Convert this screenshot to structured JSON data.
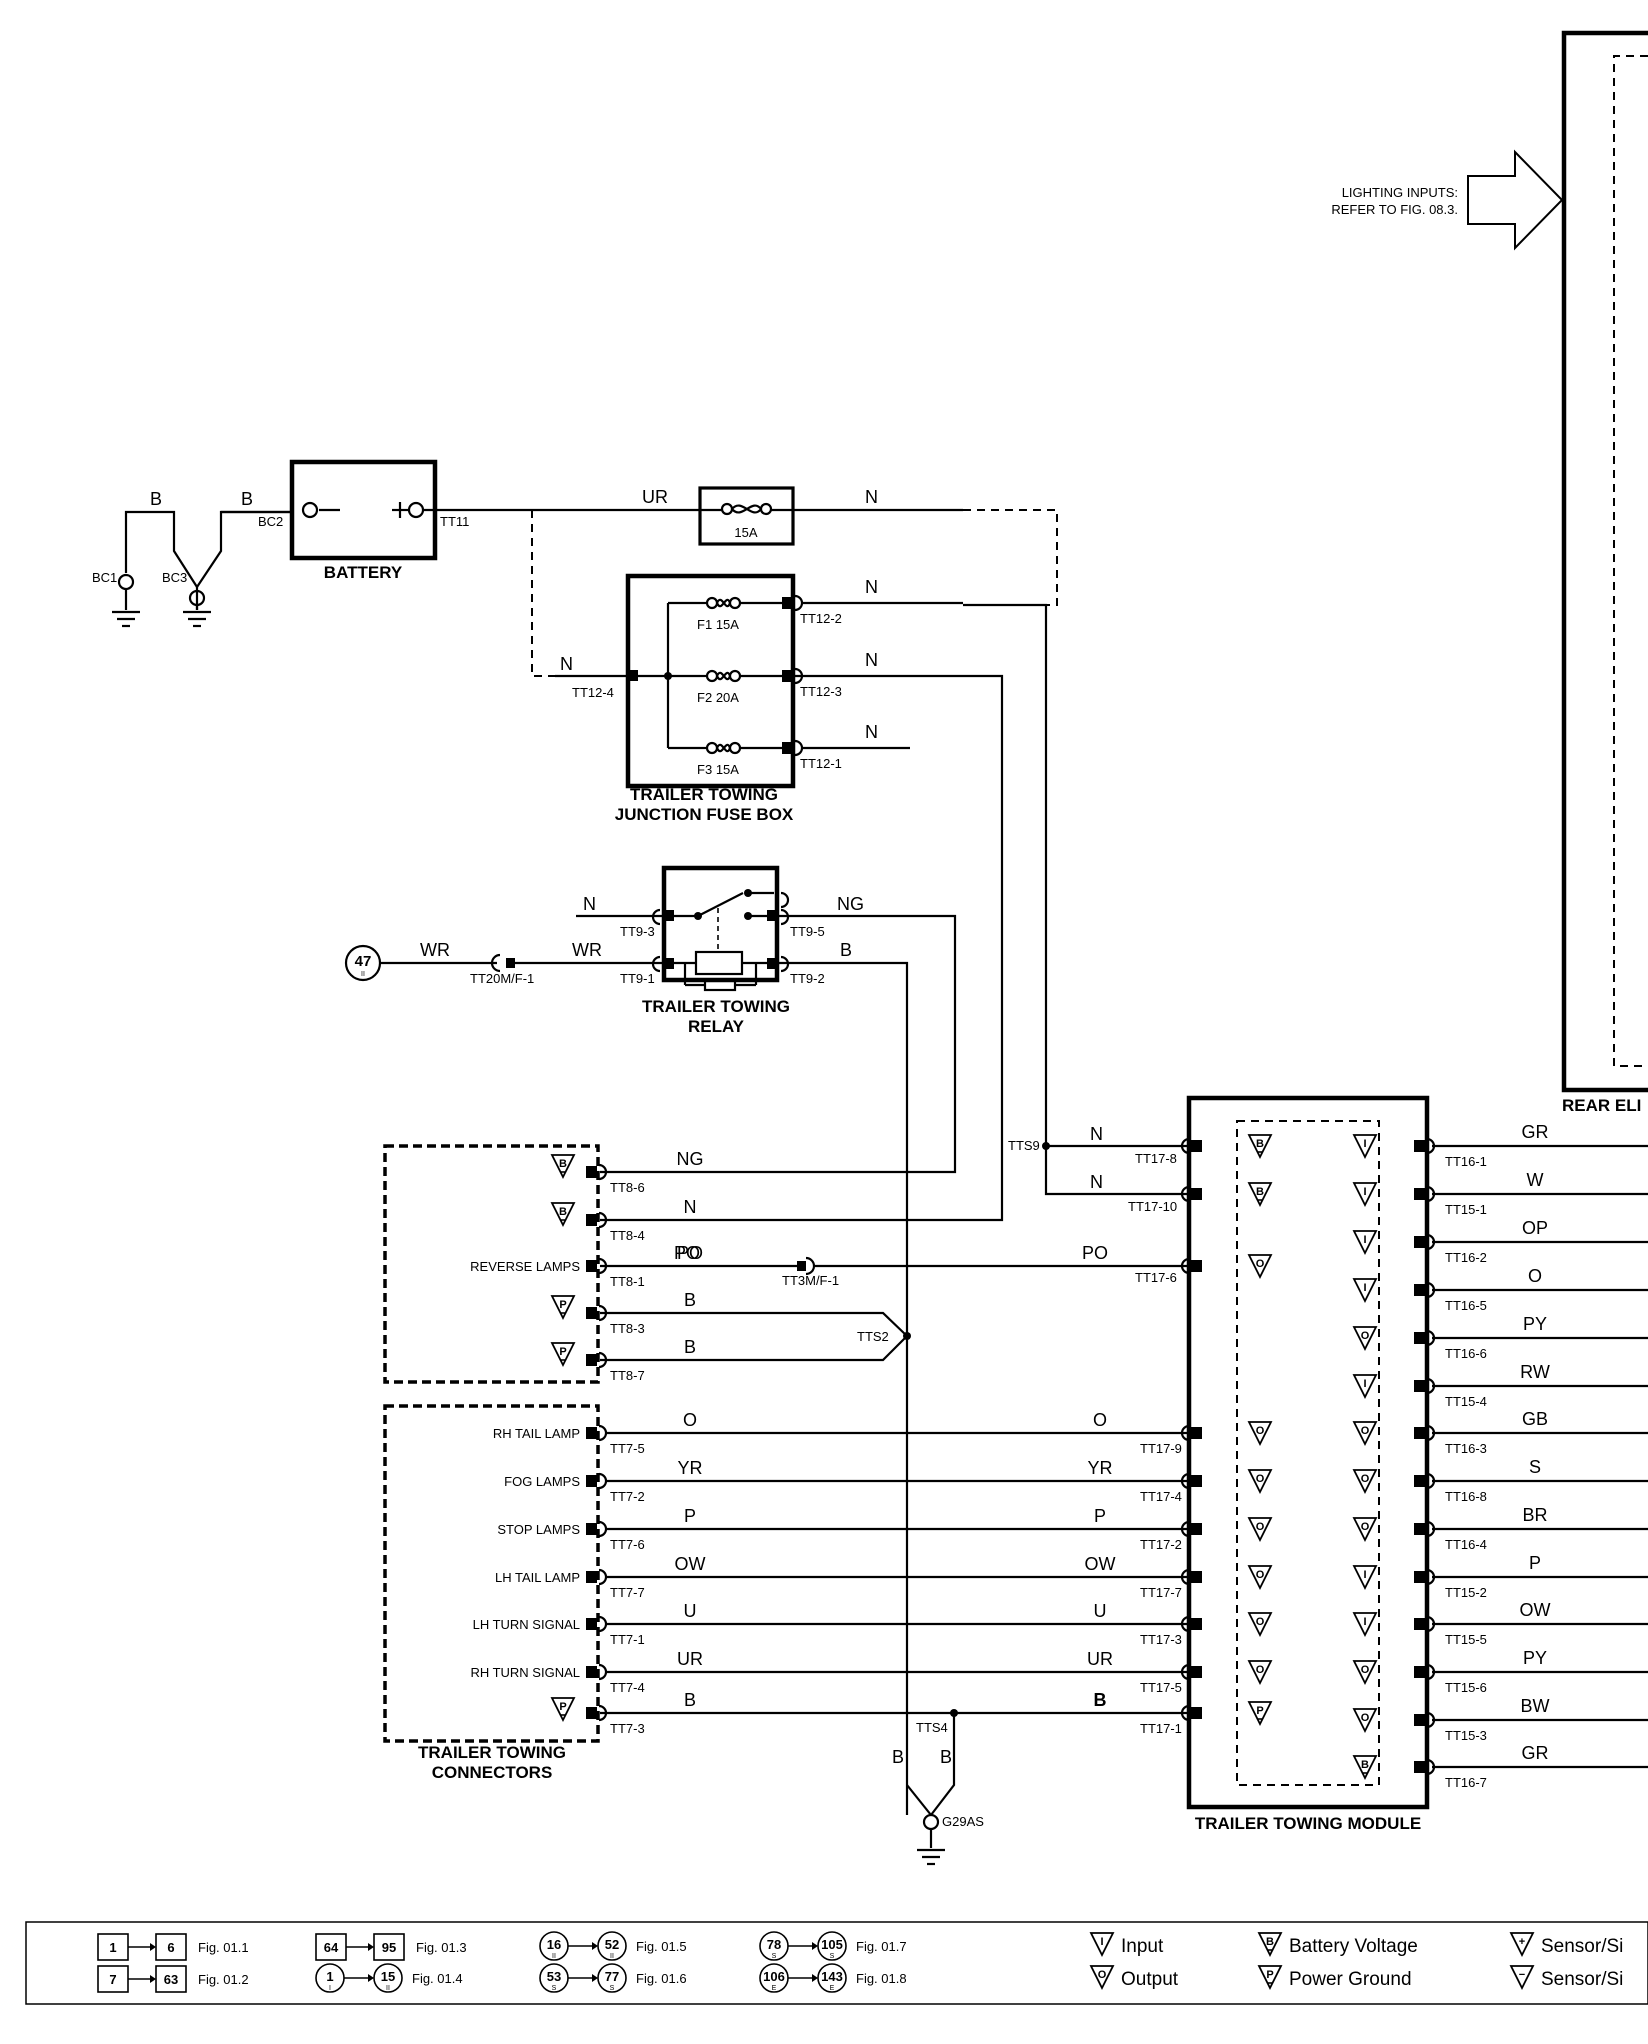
{
  "components": {
    "battery": "BATTERY",
    "fuse_box": [
      "TRAILER TOWING",
      "JUNCTION FUSE BOX"
    ],
    "relay": [
      "TRAILER TOWING",
      "RELAY"
    ],
    "connectors": [
      "TRAILER TOWING",
      "CONNECTORS"
    ],
    "module": "TRAILER TOWING MODULE",
    "rear_module_partial": "REAR ELI",
    "lighting_note": [
      "LIGHTING INPUTS:",
      "REFER TO FIG. 08.3."
    ],
    "inline_fuse": "15A",
    "relay_ref_circle": {
      "num": "47",
      "sub": "II"
    }
  },
  "fuses": [
    {
      "name": "F1 15A",
      "pin": "TT12-2",
      "wire": "N"
    },
    {
      "name": "F2 20A",
      "pin": "TT12-3",
      "wire": "N"
    },
    {
      "name": "F3 15A",
      "pin": "TT12-1",
      "wire": "N"
    }
  ],
  "labels": {
    "bc1": "BC1",
    "bc2": "BC2",
    "bc3": "BC3",
    "tt11": "TT11",
    "b": "B",
    "ur": "UR",
    "n": "N",
    "ng": "NG",
    "wr": "WR",
    "po": "PO",
    "tt12_4": "TT12-4",
    "tt9_3": "TT9-3",
    "tt9_5": "TT9-5",
    "tt9_1": "TT9-1",
    "tt9_2": "TT9-2",
    "tt20": "TT20M/F-1",
    "tt3": "TT3M/F-1",
    "tts9": "TTS9",
    "tts2": "TTS2",
    "tts4": "TTS4",
    "g29": "G29AS",
    "tt17_8": "TT17-8",
    "tt17_10": "TT17-10",
    "tt17_6": "TT17-6"
  },
  "left_top_rows": [
    {
      "label": "",
      "sym": "B",
      "pin": "TT8-6",
      "wire": "NG"
    },
    {
      "label": "",
      "sym": "B",
      "pin": "TT8-4",
      "wire": "N"
    },
    {
      "label": "REVERSE LAMPS",
      "sym": "",
      "pin": "TT8-1",
      "wire": "PO"
    },
    {
      "label": "",
      "sym": "P",
      "pin": "TT8-3",
      "wire": "B"
    },
    {
      "label": "",
      "sym": "P",
      "pin": "TT8-7",
      "wire": "B"
    }
  ],
  "left_bottom_rows": [
    {
      "label": "RH TAIL LAMP",
      "sym": "",
      "pin": "TT7-5",
      "wire": "O",
      "mpin": "TT17-9",
      "msym": "O"
    },
    {
      "label": "FOG LAMPS",
      "sym": "",
      "pin": "TT7-2",
      "wire": "YR",
      "mpin": "TT17-4",
      "msym": "O"
    },
    {
      "label": "STOP LAMPS",
      "sym": "",
      "pin": "TT7-6",
      "wire": "P",
      "mpin": "TT17-2",
      "msym": "O"
    },
    {
      "label": "LH TAIL LAMP",
      "sym": "",
      "pin": "TT7-7",
      "wire": "OW",
      "mpin": "TT17-7",
      "msym": "O"
    },
    {
      "label": "LH TURN SIGNAL",
      "sym": "",
      "pin": "TT7-1",
      "wire": "U",
      "mpin": "TT17-3",
      "msym": "O"
    },
    {
      "label": "RH TURN SIGNAL",
      "sym": "",
      "pin": "TT7-4",
      "wire": "UR",
      "mpin": "TT17-5",
      "msym": "O"
    },
    {
      "label": "",
      "sym": "P",
      "pin": "TT7-3",
      "wire": "B",
      "mpin": "TT17-1",
      "msym": "P"
    }
  ],
  "module_left_top": [
    {
      "sym": "B",
      "pin": "TT17-8",
      "wire": "N"
    },
    {
      "sym": "B",
      "pin": "TT17-10",
      "wire": "N"
    },
    {
      "sym": "O",
      "pin": "TT17-6",
      "wire": "PO"
    }
  ],
  "module_right": [
    {
      "sym": "I",
      "pin": "TT16-1",
      "wire": "GR"
    },
    {
      "sym": "I",
      "pin": "TT15-1",
      "wire": "W"
    },
    {
      "sym": "I",
      "pin": "TT16-2",
      "wire": "OP"
    },
    {
      "sym": "I",
      "pin": "TT16-5",
      "wire": "O"
    },
    {
      "sym": "O",
      "pin": "TT16-6",
      "wire": "PY"
    },
    {
      "sym": "I",
      "pin": "TT15-4",
      "wire": "RW"
    },
    {
      "sym": "O",
      "pin": "TT16-3",
      "wire": "GB"
    },
    {
      "sym": "O",
      "pin": "TT16-8",
      "wire": "S"
    },
    {
      "sym": "O",
      "pin": "TT16-4",
      "wire": "BR"
    },
    {
      "sym": "I",
      "pin": "TT15-2",
      "wire": "P"
    },
    {
      "sym": "I",
      "pin": "TT15-5",
      "wire": "OW"
    },
    {
      "sym": "O",
      "pin": "TT15-6",
      "wire": "PY"
    },
    {
      "sym": "O",
      "pin": "TT15-3",
      "wire": "BW"
    },
    {
      "sym": "B",
      "pin": "TT16-7",
      "wire": "GR"
    }
  ],
  "legend": {
    "squares": [
      {
        "a": "1",
        "b": "6",
        "fig": "Fig. 01.1"
      },
      {
        "a": "7",
        "b": "63",
        "fig": "Fig. 01.2"
      },
      {
        "a": "64",
        "b": "95",
        "fig": "Fig. 01.3"
      }
    ],
    "circles": [
      {
        "a": "1",
        "as": "I",
        "b": "15",
        "bs": "II",
        "fig": "Fig. 01.4"
      },
      {
        "a": "16",
        "as": "II",
        "b": "52",
        "bs": "II",
        "fig": "Fig. 01.5"
      },
      {
        "a": "53",
        "as": "S",
        "b": "77",
        "bs": "S",
        "fig": "Fig. 01.6"
      },
      {
        "a": "78",
        "as": "S",
        "b": "105",
        "bs": "S",
        "fig": "Fig. 01.7"
      },
      {
        "a": "106",
        "as": "E",
        "b": "143",
        "bs": "E",
        "fig": "Fig. 01.8"
      }
    ],
    "symbols": [
      {
        "sym": "I",
        "text": "Input"
      },
      {
        "sym": "O",
        "text": "Output"
      },
      {
        "sym": "B",
        "text": "Battery Voltage"
      },
      {
        "sym": "P",
        "text": "Power Ground"
      },
      {
        "sym": "+",
        "text": "Sensor/Si"
      },
      {
        "sym": "−",
        "text": "Sensor/Si"
      }
    ]
  }
}
